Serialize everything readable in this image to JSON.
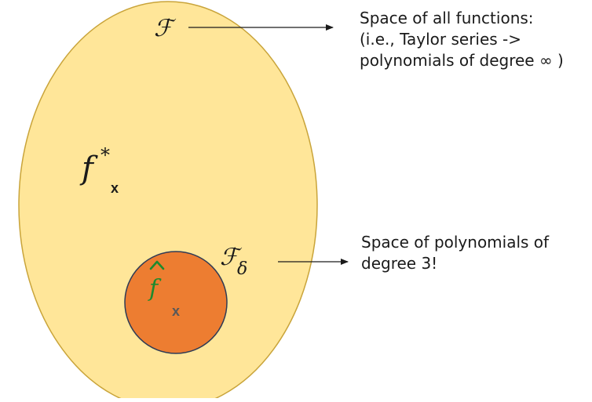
{
  "diagram": {
    "outer_set": {
      "label": "ℱ",
      "fill": "#FFE699",
      "stroke": "#C9A43A"
    },
    "inner_set": {
      "label_main": "ℱ",
      "label_sub": "δ",
      "fill": "#ED7D31",
      "stroke": "#2F3B55"
    },
    "true_function": {
      "label": "f",
      "superscript": "*",
      "marker": "x"
    },
    "estimate": {
      "label": "f",
      "hat": "^",
      "color": "#1E8A2E",
      "marker": "x",
      "marker_color": "#595959"
    },
    "notes": {
      "all_functions": {
        "line1": "Space of all functions:",
        "line2": "(i.e., Taylor series ->",
        "line3": "polynomials of degree ∞ )"
      },
      "poly_degree3": {
        "line1": "Space of polynomials of",
        "line2": "degree 3!"
      }
    }
  }
}
